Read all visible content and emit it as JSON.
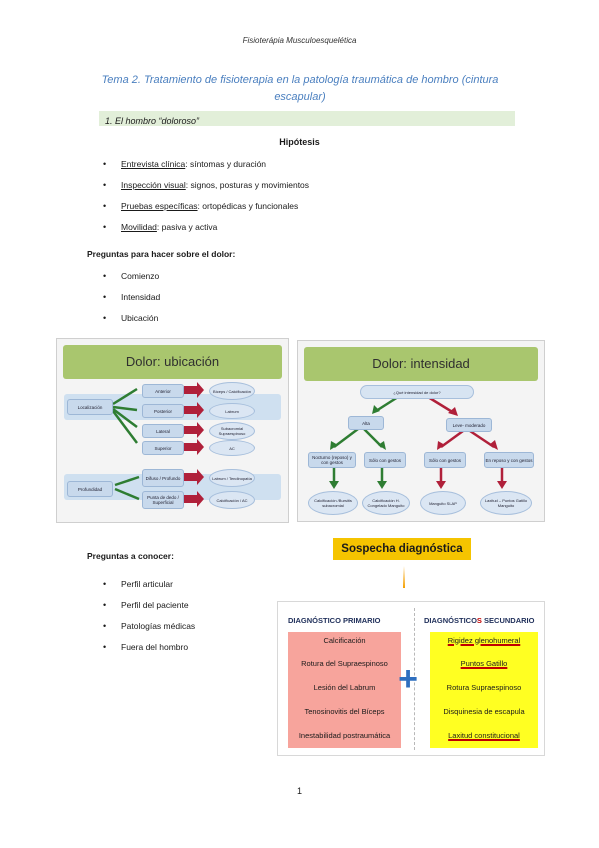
{
  "header": "Fisioterápia Musculoesquelética",
  "title": "Tema 2. Tratamiento de fisioterapia en la patología traumática de hombro (cintura escapular)",
  "section": "1.  El hombro “doloroso”",
  "hipotesis_title": "Hipótesis",
  "hipotesis": [
    {
      "term": "Entrevista clínica",
      "rest": ": síntomas y duración"
    },
    {
      "term": "Inspección visual",
      "rest": ": signos, posturas y movimientos"
    },
    {
      "term": "Pruebas específicas",
      "rest": ": ortopédicas y funcionales"
    },
    {
      "term": "Movilidad",
      "rest": ": pasiva y activa"
    }
  ],
  "dolor_q_title": "Preguntas para hacer sobre el dolor:",
  "dolor_q": [
    "Comienzo",
    "Intensidad",
    "Ubicación"
  ],
  "ubicacion": {
    "title": "Dolor: ubicación",
    "loc": "Localización",
    "prof": "Profundidad",
    "mid": [
      "Anterior",
      "Posterior",
      "Lateral",
      "Superior"
    ],
    "mid_out": [
      "Bíceps / Calcificación",
      "Labrum",
      "Subacromial Supraespinoso",
      "AC"
    ],
    "deep": [
      "Difuso / Profundo",
      "Punta de dedo / Superficial"
    ],
    "deep_out": [
      "Labrum / Tendinopatía",
      "Calcificación / AC"
    ]
  },
  "intensidad": {
    "title": "Dolor: intensidad",
    "question": "¿Qué intensidad de dolor?",
    "alta": "Alta",
    "leve": "Leve- moderado",
    "l3": [
      "Nocturno (reposo) y con gestos",
      "Sólo con gestos",
      "Sólo con gestos",
      "En reposo y con gestos"
    ],
    "l4": [
      "Calcificación /Bursitis subacromial",
      "Calcificación H. Congelado Manguito",
      "Manguito SLAP",
      "Laxitud – Puntos Gatillo Manguito"
    ]
  },
  "conocer_title": "Preguntas a conocer:",
  "conocer": [
    "Perfil articular",
    "Perfil del paciente",
    "Patologías médicas",
    "Fuera del hombro"
  ],
  "sospecha": "Sospecha diagnóstica",
  "diag": {
    "primario_title": "DIAGNÓSTICO PRIMARIO",
    "secundario_title_a": "DIAGNÓSTICO",
    "secundario_title_s": "S",
    "secundario_title_b": " SECUNDARIO",
    "primario": [
      "Calcificación",
      "Rotura del Supraespinoso",
      "Lesión del Labrum",
      "Tenosinovitis del Bíceps",
      "Inestabilidad postraumática"
    ],
    "secundario": [
      "Rigidez glenohumeral",
      "Puntos Gatillo",
      "Rotura Supraespinoso",
      "Disquinesia de escapula",
      "Laxitud constitucional"
    ],
    "plus": "+"
  },
  "page": "1",
  "colors": {
    "accent_title": "#4a7fbf",
    "green_band": "#a9c66e",
    "arrow_red": "#b0203a",
    "arrow_green": "#2e7d32",
    "sospecha": "#f5c400"
  }
}
